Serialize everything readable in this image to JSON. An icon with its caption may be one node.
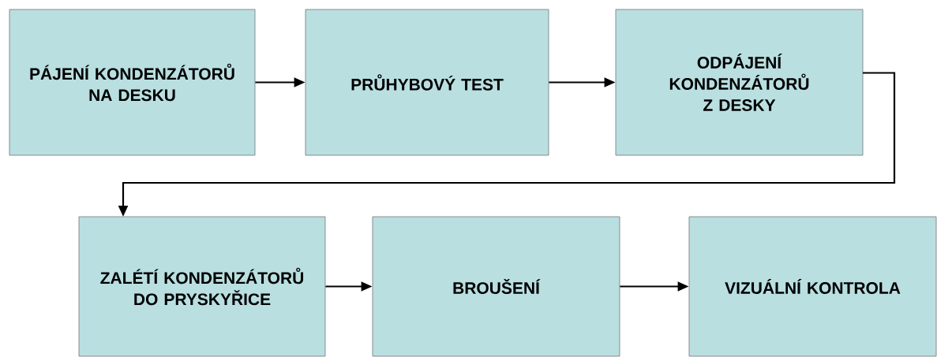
{
  "diagram": {
    "nodes": [
      {
        "text": [
          "PÁJENÍ KONDENZÁTORŮ NA DESKU"
        ]
      },
      {
        "text": [
          "PRŮHYBOVÝ TEST"
        ]
      },
      {
        "text": [
          "ODPÁJENÍ KONDENZÁTORŮ Z DESKY"
        ]
      },
      {
        "text": [
          "ZALÉTÍ KONDENZÁTORŮ DO PRYSKYŘICE"
        ]
      },
      {
        "text": [
          "BROUŠENÍ"
        ]
      },
      {
        "text": [
          "VIZUÁLNÍ KONTROLA"
        ]
      }
    ],
    "edges": [
      {
        "from": 0,
        "to": 1,
        "arrow": "to"
      },
      {
        "from": 1,
        "to": 2,
        "arrow": "to"
      },
      {
        "from": 2,
        "to": 3,
        "arrow": "to"
      },
      {
        "from": 3,
        "to": 4,
        "arrow": "to"
      },
      {
        "from": 4,
        "to": 5,
        "arrow": "to"
      }
    ]
  }
}
